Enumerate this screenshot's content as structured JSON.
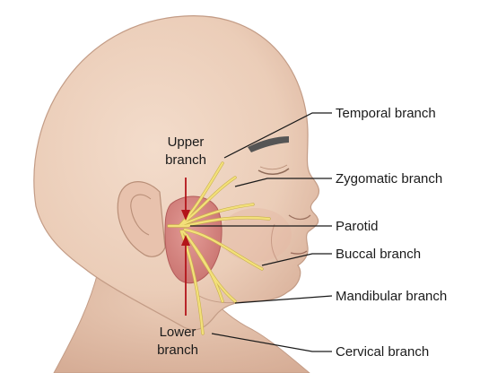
{
  "labels": {
    "temporal_branch": "Temporal branch",
    "zygomatic_branch": "Zygomatic branch",
    "parotid": "Parotid",
    "buccal_branch": "Buccal branch",
    "mandibular_branch": "Mandibular branch",
    "cervical_branch": "Cervical branch",
    "upper_branch_line1": "Upper",
    "upper_branch_line2": "branch",
    "lower_branch_line1": "Lower",
    "lower_branch_line2": "branch"
  },
  "colors": {
    "skin": "#ecd0bd",
    "skin_shadow": "#d9b29c",
    "outline": "#b98f78",
    "parotid": "#d98a86",
    "parotid_outline": "#b35c5a",
    "nerve": "#f3e07a",
    "arrow": "#b3141a",
    "eyebrow": "#555555",
    "text": "#1a1a1a"
  }
}
